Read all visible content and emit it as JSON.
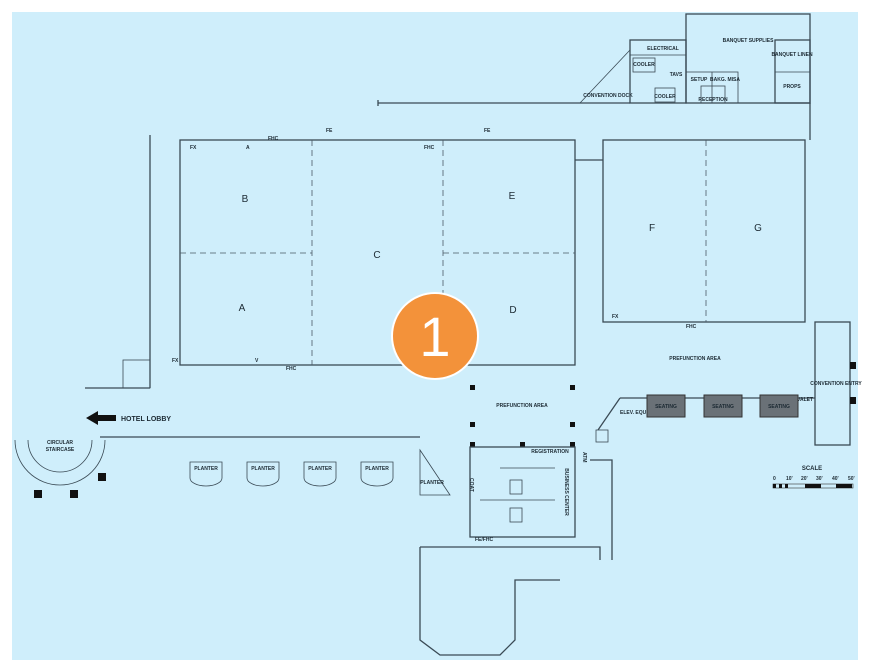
{
  "colors": {
    "background": "#cfeefb",
    "marker": "#f3923a",
    "walls": "#3a4a55"
  },
  "marker": {
    "number": "1"
  },
  "rooms": {
    "a": "A",
    "b": "B",
    "c": "C",
    "d": "D",
    "e": "E",
    "f": "F",
    "g": "G"
  },
  "service": {
    "banquet_supplies": "BANQUET SUPPLIES",
    "banquet_linen": "BANQUET LINEN",
    "props": "PROPS",
    "electrical": "ELECTRICAL",
    "cooler1": "COOLER",
    "cooler2": "COOLER",
    "tavs": "TAVS",
    "setup": "SETUP",
    "bakg": "BAKG. MISA",
    "reception": "RECEPTION",
    "dock": "CONVENTION DOCK"
  },
  "areas": {
    "prefunction1": "PREFUNCTION AREA",
    "prefunction2": "PREFUNCTION AREA",
    "hotel_lobby": "HOTEL LOBBY",
    "staircase1": "CIRCULAR",
    "staircase2": "STAIRCASE",
    "convention_entry": "CONVENTION ENTRY",
    "registration": "REGISTRATION",
    "business_center": "BUSINESS CENTER",
    "atm": "ATM",
    "elev": "ELEV. EQUIP.",
    "valet": "VALET",
    "fe_fhc": "FE/FHC",
    "coat": "COAT"
  },
  "planters": [
    "PLANTER",
    "PLANTER",
    "PLANTER",
    "PLANTER",
    "PLANTER"
  ],
  "seating": [
    "SEATING",
    "SEATING",
    "SEATING"
  ],
  "fixtures": {
    "fx": "FX",
    "fhc": "FHC",
    "fe": "FE",
    "v": "V",
    "a": "A"
  },
  "scale": {
    "title": "SCALE",
    "ticks": [
      "0",
      "10'",
      "20'",
      "30'",
      "40'",
      "50'"
    ]
  }
}
